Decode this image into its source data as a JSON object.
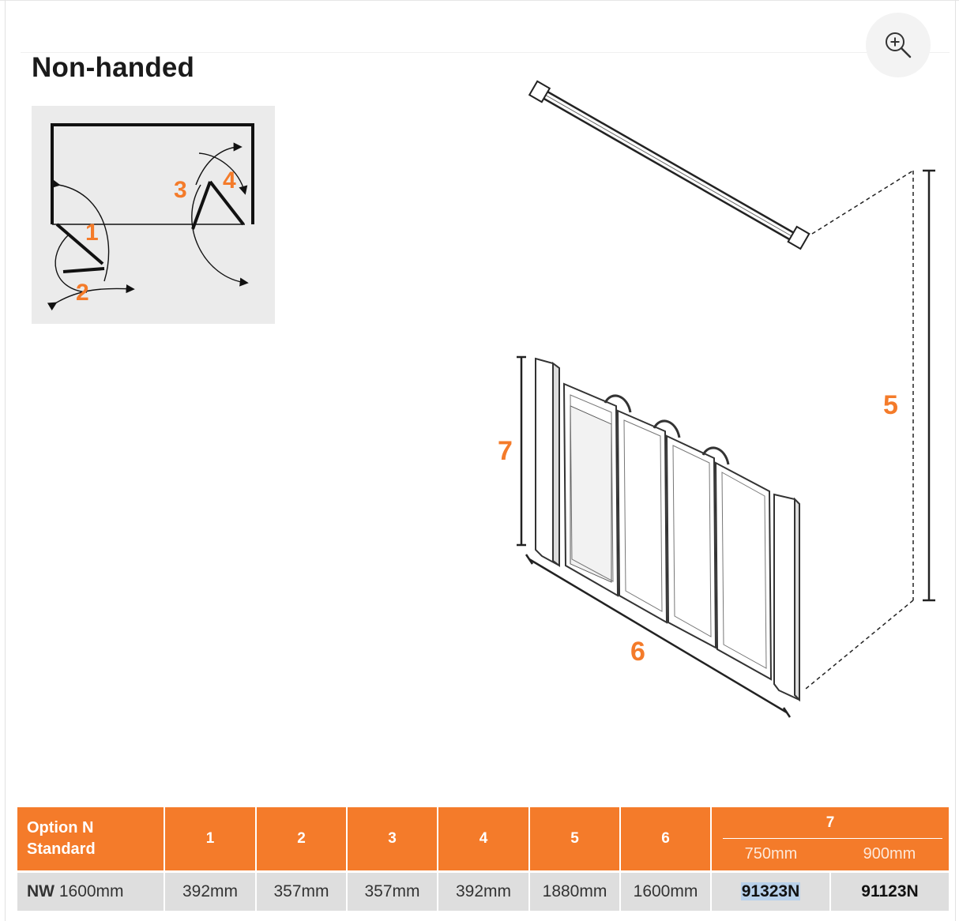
{
  "page": {
    "title": "Non-handed"
  },
  "plan_labels": [
    "1",
    "2",
    "3",
    "4"
  ],
  "diagram_labels": {
    "d5": "5",
    "d6": "6",
    "d7": "7"
  },
  "icons": {
    "zoom": "zoom-in-icon"
  },
  "colors": {
    "accent": "#f47b2a",
    "row_bg": "#dedede",
    "selection": "#b9d1ea"
  },
  "table": {
    "header": {
      "option_line1": "Option N",
      "option_line2": "Standard",
      "cols": [
        "1",
        "2",
        "3",
        "4",
        "5",
        "6"
      ],
      "col7": "7",
      "col7_sub": [
        "750mm",
        "900mm"
      ]
    },
    "row": {
      "label_bold": "NW",
      "label_rest": " 1600mm",
      "cells": [
        "392mm",
        "357mm",
        "357mm",
        "392mm",
        "1880mm",
        "1600mm"
      ],
      "code_750": "91323N",
      "code_900": "91123N"
    }
  }
}
